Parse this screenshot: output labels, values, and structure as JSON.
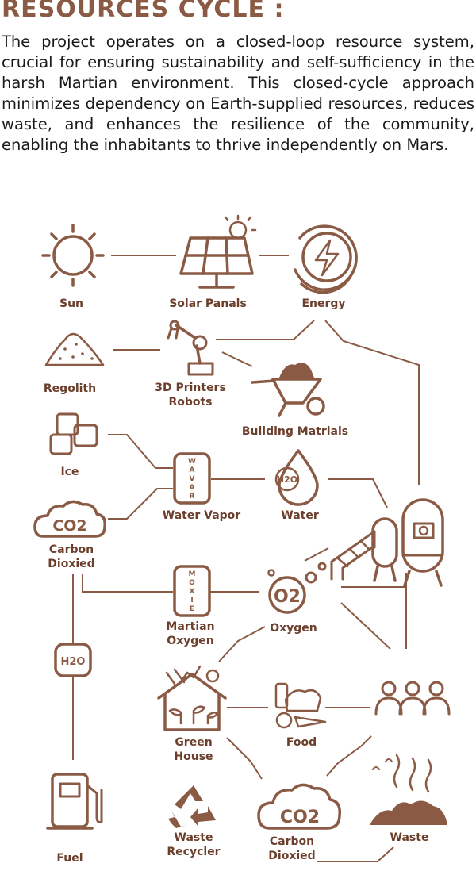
{
  "header": {
    "title": "RESOURCES CYCLE :",
    "intro": "The project operates on a closed-loop resource system, crucial for ensuring sustainability and self-sufficiency in the harsh Martian environment. This closed-cycle approach minimizes dependency on Earth-supplied resources, reduces waste, and enhances the resilience of the community, enabling the inhabitants to thrive independently on Mars."
  },
  "diagram": {
    "sun": "Sun",
    "solar_panels": "Solar Panals",
    "energy": "Energy",
    "regolith": "Regolith",
    "printers_1": "3D Printers",
    "printers_2": "Robots",
    "building_materials": "Building Matrials",
    "ice": "Ice",
    "water_vapor": "Water Vapor",
    "wavar_text": "WAVAR",
    "water": "Water",
    "h2o_drop": "H2O",
    "co2_top": "CO2",
    "carbon_1": "Carbon",
    "carbon_2": "Dioxied",
    "martian_oxygen_1": "Martian",
    "martian_oxygen_2": "Oxygen",
    "moxie_text": "MOXIE",
    "oxygen": "Oxygen",
    "o2": "O2",
    "h2o_tank": "H2O",
    "green_house_1": "Green",
    "green_house_2": "House",
    "food": "Food",
    "fuel": "Fuel",
    "waste_recycler_1": "Waste",
    "waste_recycler_2": "Recycler",
    "co2_bottom": "CO2",
    "carbon_bottom_1": "Carbon",
    "carbon_bottom_2": "Dioxied",
    "waste": "Waste"
  },
  "colors": {
    "primary": "#8a5a44",
    "label": "#6b3f2c",
    "text": "#1a1a1a"
  }
}
